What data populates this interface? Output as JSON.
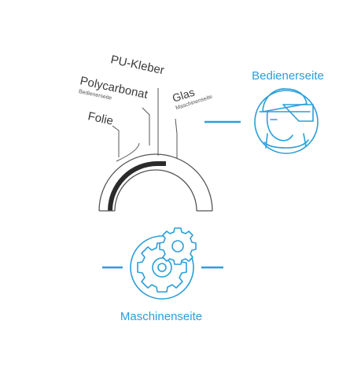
{
  "layer_labels": {
    "pu_kleber": "PU-Kleber",
    "polycarbonat": "Polycarbonat",
    "polycarbonat_sub": "Bedienerseite",
    "folie": "Folie",
    "glas": "Glas",
    "glas_sub": "Maschinenseite"
  },
  "sides": {
    "operator": "Bedienerseite",
    "machine": "Maschinenseite"
  },
  "icons": {
    "operator": "worker-helmet-visor-icon",
    "machine": "gears-icon"
  },
  "colors": {
    "accent": "#2a9fd8",
    "text": "#3a3a3a",
    "line": "#555555",
    "dark_layer": "#2b2b2b"
  }
}
